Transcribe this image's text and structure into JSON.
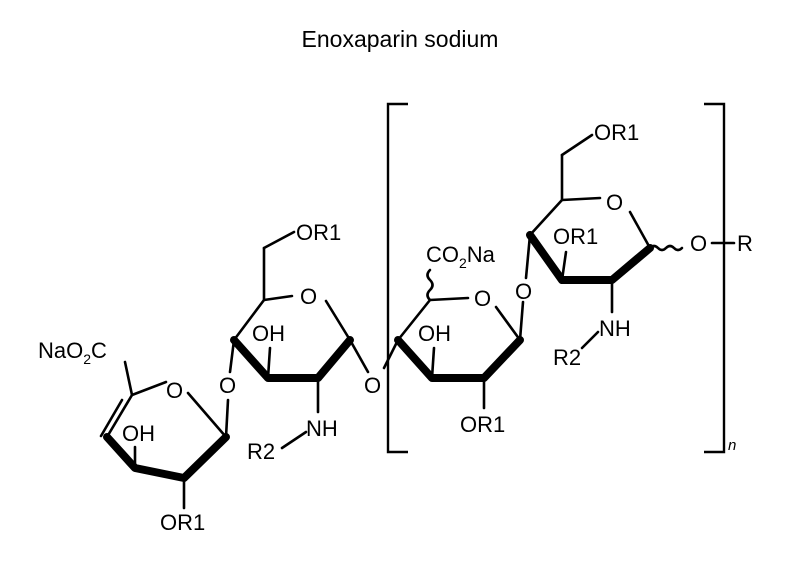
{
  "title": "Enoxaparin sodium",
  "labels": {
    "or1": "OR1",
    "oh": "OH",
    "o": "O",
    "nh": "NH",
    "r2": "R2",
    "r": "R",
    "na_o2c_na": "NaO",
    "na_o2c_2": "2",
    "na_o2c_c": "C",
    "co2na_co": "CO",
    "co2na_2": "2",
    "co2na_na": "Na",
    "n": "n"
  }
}
